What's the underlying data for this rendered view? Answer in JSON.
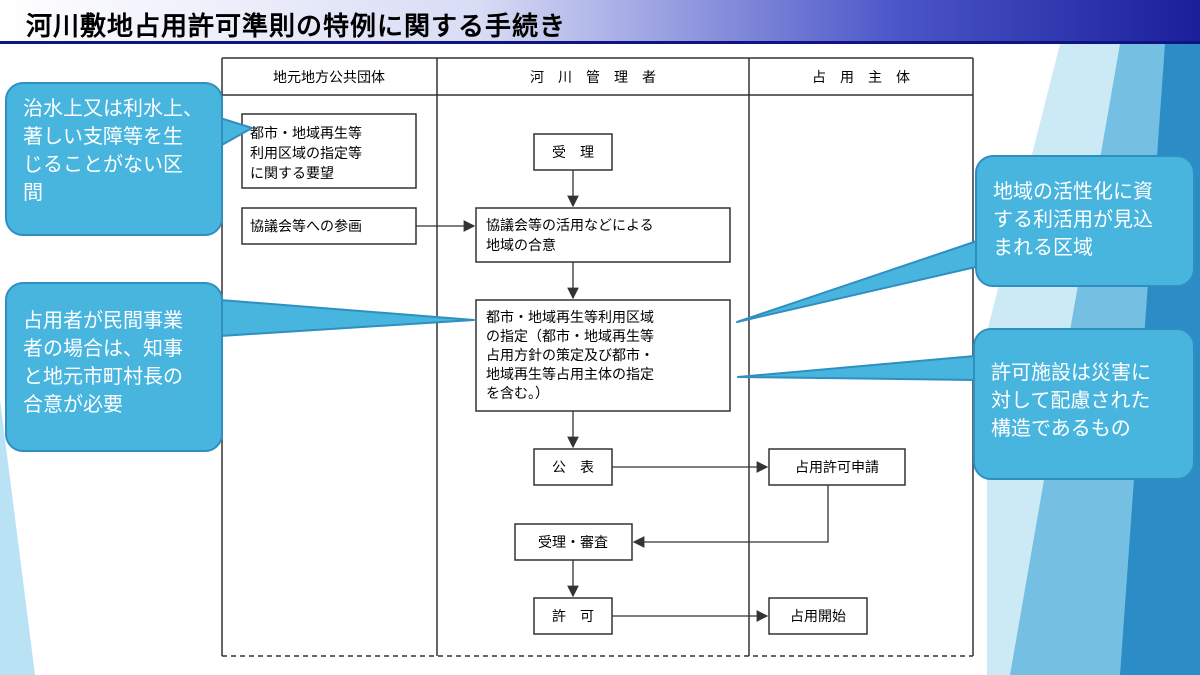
{
  "title": "河川敷地占用許可準則の特例に関する手続き",
  "colors": {
    "bubble": "#48b5df",
    "bubble_border": "#2e8fc0",
    "title_dark": "#1b1f9a"
  },
  "columns": [
    "地元地方公共団体",
    "河　川　管　理　者",
    "占　用　主　体"
  ],
  "boxes": {
    "request": [
      "都市・地域再生等",
      "利用区域の指定等",
      "に関する要望"
    ],
    "council_join": [
      "協議会等への参画"
    ],
    "accept": [
      "受　理"
    ],
    "consensus": [
      "協議会等の活用などによる",
      "地域の合意"
    ],
    "designation": [
      "都市・地域再生等利用区域",
      "の指定（都市・地域再生等",
      "占用方針の策定及び都市・",
      "地域再生等占用主体の指定",
      "を含む。）"
    ],
    "announce": [
      "公　表"
    ],
    "application": [
      "占用許可申請"
    ],
    "review": [
      "受理・審査"
    ],
    "permit": [
      "許　可"
    ],
    "start": [
      "占用開始"
    ]
  },
  "callouts": {
    "left_top": [
      "治水上又は利水上、",
      "著しい支障等を生",
      "じることがない区",
      "間"
    ],
    "left_mid": [
      "占用者が民間事業",
      "者の場合は、知事",
      "と地元市町村長の",
      "合意が必要"
    ],
    "right_top": [
      "地域の活性化に資",
      "する利活用が見込",
      "まれる区域"
    ],
    "right_mid": [
      "許可施設は災害に",
      "対して配慮された",
      "構造であるもの"
    ]
  }
}
